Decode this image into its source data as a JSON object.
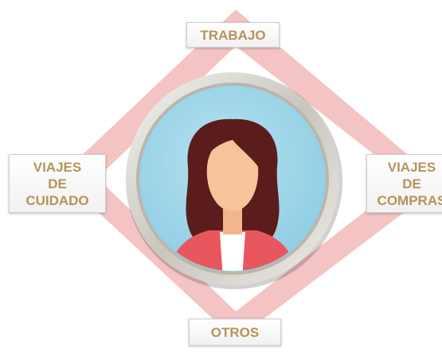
{
  "diagram": {
    "labels": {
      "top": "TRABAJO",
      "bottom": "OTROS",
      "left": [
        "VIAJES",
        "DE",
        "CUIDADO"
      ],
      "right": [
        "VIAJES",
        "DE",
        "COMPRAS"
      ]
    },
    "center_image": "woman-avatar",
    "colors": {
      "diamond": "#f4c3c4",
      "label_text": "#b8925c",
      "circle_bg": "#9fd6ea",
      "frame": "#d8d6cf",
      "hair": "#5a1d1c",
      "skin": "#f6c39a",
      "jacket": "#e9575e",
      "shirt": "#ffffff"
    }
  }
}
